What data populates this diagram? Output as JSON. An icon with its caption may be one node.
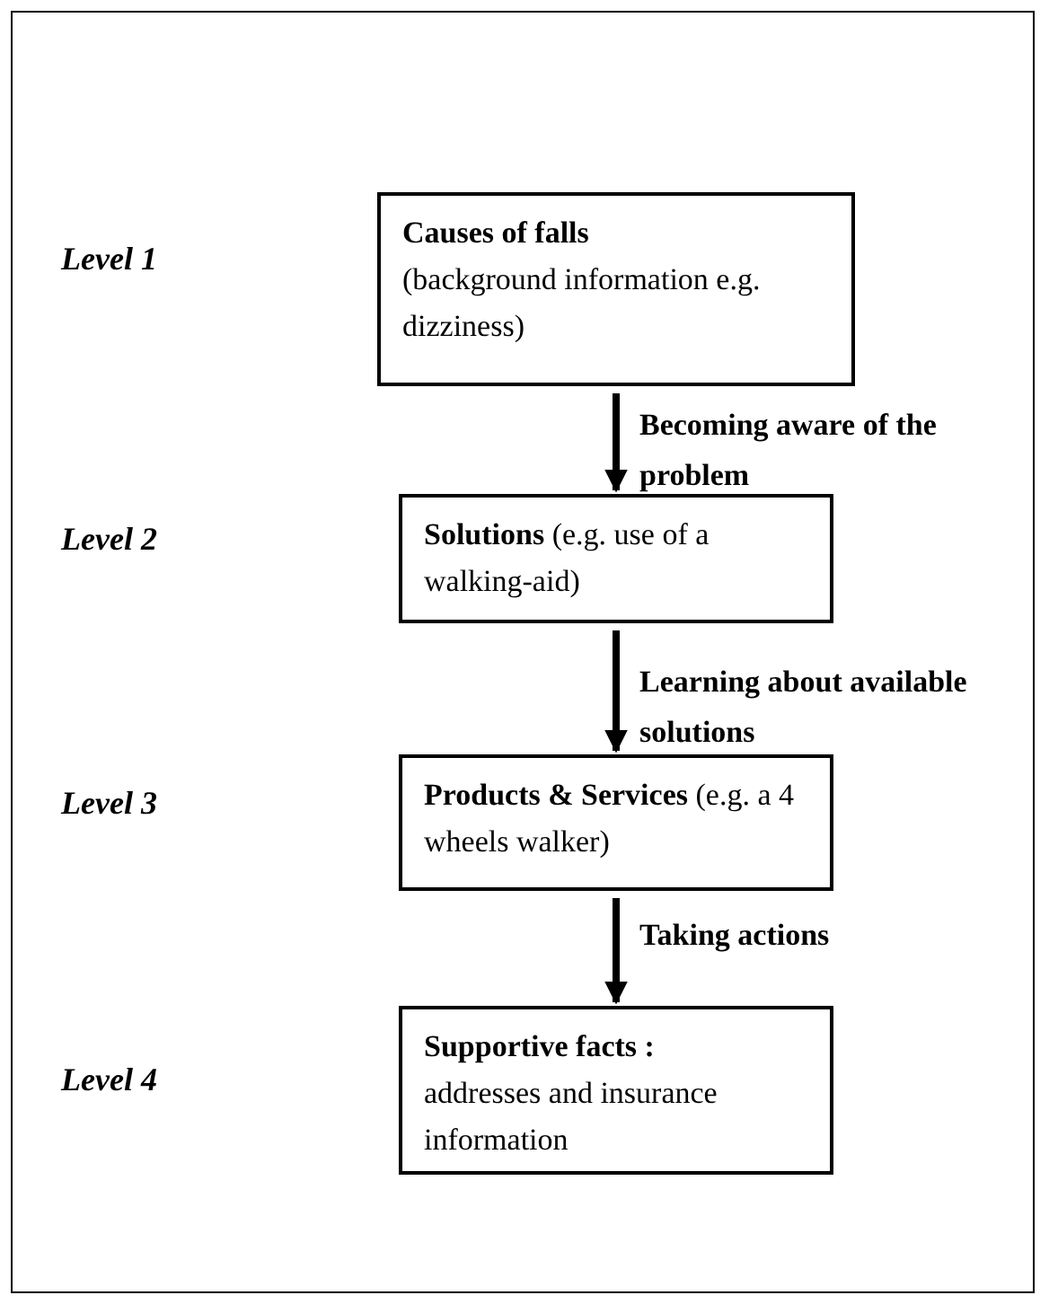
{
  "diagram": {
    "nodes": [
      {
        "text": [
          "Causes of falls",
          "(background information e.g. dizziness)"
        ]
      },
      {
        "text": [
          "**Solutions** (e.g. use of a walking-aid)"
        ]
      },
      {
        "text": [
          "**Products & Services** (e.g. a 4 wheels walker)"
        ]
      },
      {
        "text": [
          "Supportive facts :",
          "addresses and insurance information"
        ]
      }
    ],
    "edges": [
      {
        "from": 0,
        "to": 1,
        "arrow": "to",
        "label": "Becoming aware of the problem"
      },
      {
        "from": 1,
        "to": 2,
        "arrow": "to",
        "label": "Learning about available solutions"
      },
      {
        "from": 2,
        "to": 3,
        "arrow": "to",
        "label": "Taking actions"
      }
    ],
    "labels": [
      "Level 1",
      "Level 2",
      "Level 3",
      "Level 4"
    ]
  }
}
